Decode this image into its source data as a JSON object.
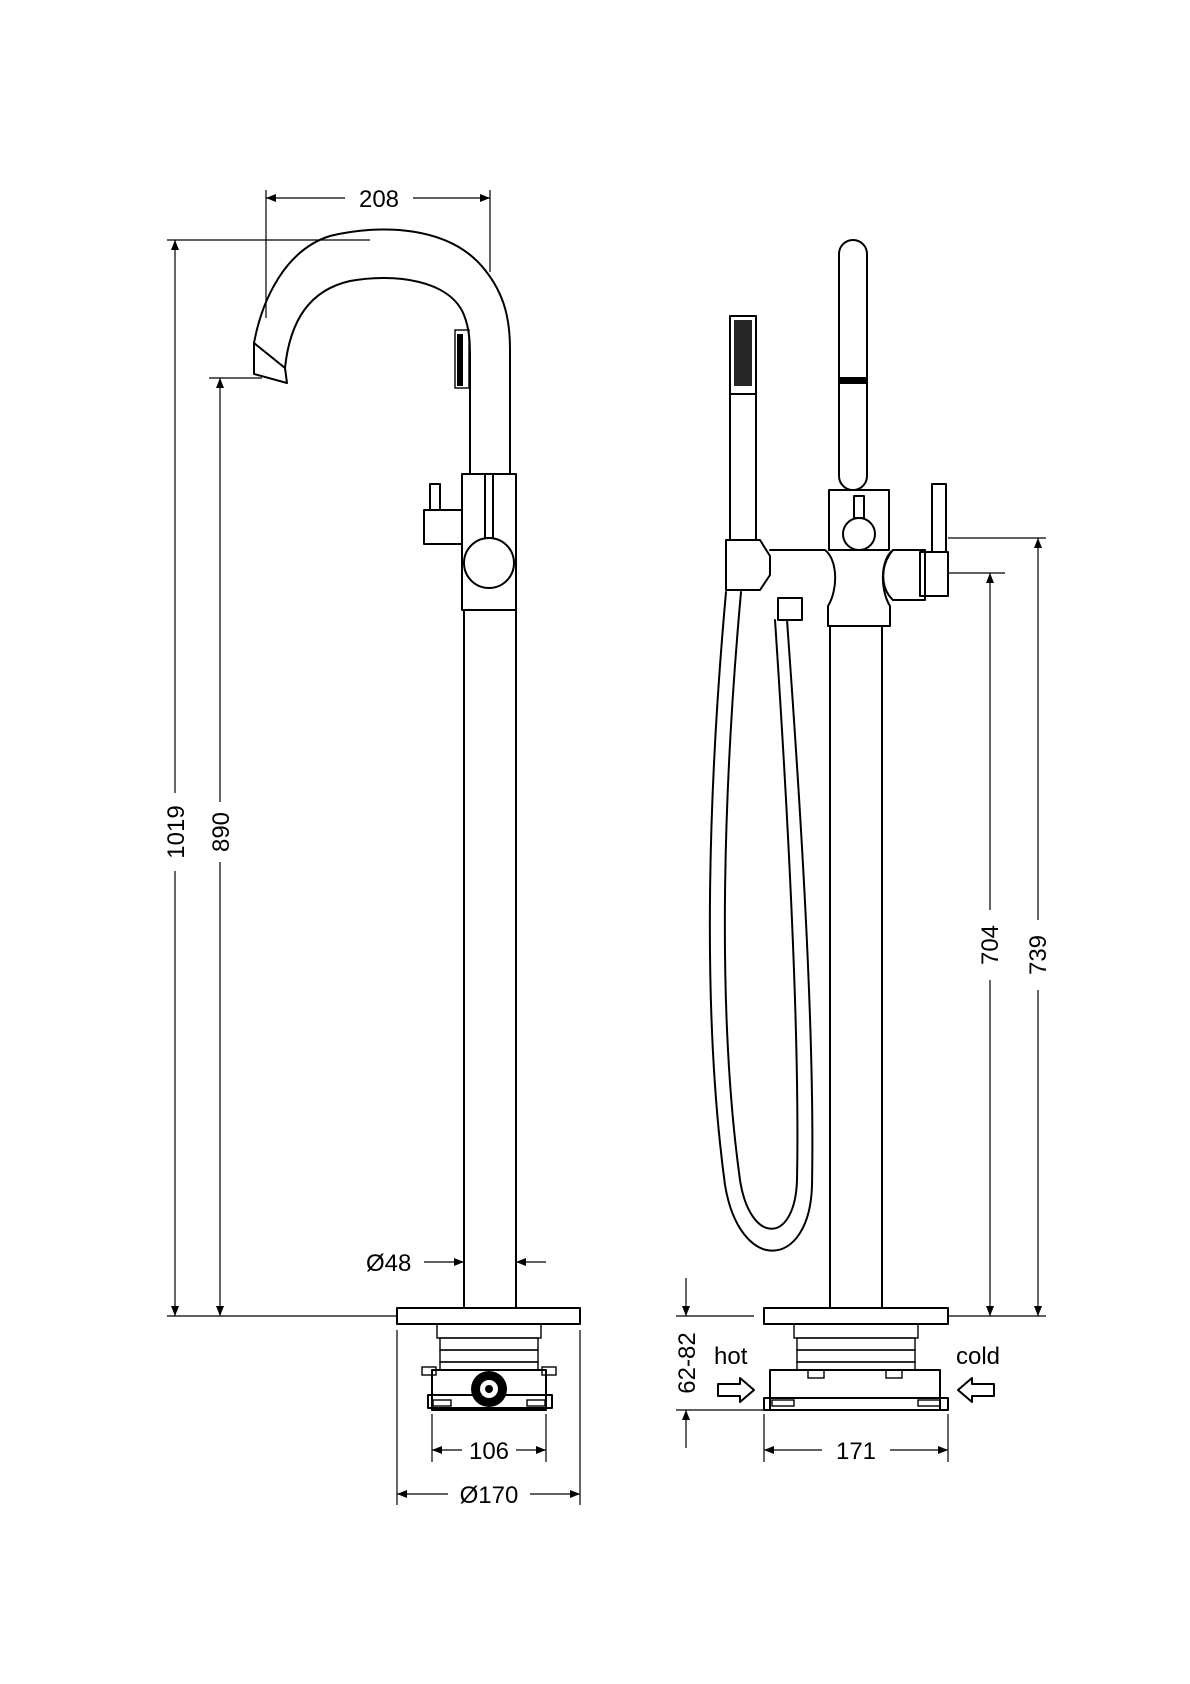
{
  "dimensions": {
    "spout_reach": "208",
    "total_height": "1019",
    "spout_height": "890",
    "pipe_diameter": "Ø48",
    "box_width": "106",
    "flange_diameter": "Ø170",
    "side_total_height": "739",
    "side_mixer_height": "704",
    "side_base_width": "171",
    "depth_range": "62-82"
  },
  "labels": {
    "hot": "hot",
    "cold": "cold"
  }
}
